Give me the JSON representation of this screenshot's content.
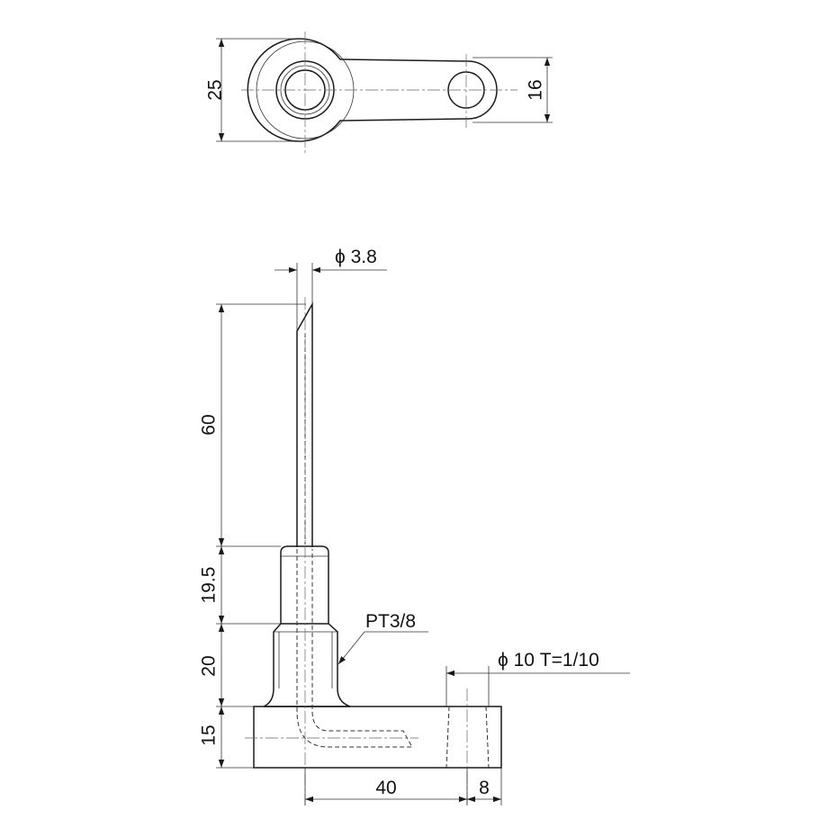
{
  "top_view": {
    "dim_width_large": "25",
    "dim_width_small": "16"
  },
  "side_view": {
    "dim_probe_diameter": "ϕ 3.8",
    "dim_probe_length": "60",
    "dim_body_length": "19.5",
    "dim_thread_length": "20",
    "dim_base_height": "15",
    "dim_center_distance": "40",
    "dim_hole_offset": "8",
    "thread_callout": "PT3/8",
    "hole_callout": "ϕ 10 T=1/10"
  }
}
